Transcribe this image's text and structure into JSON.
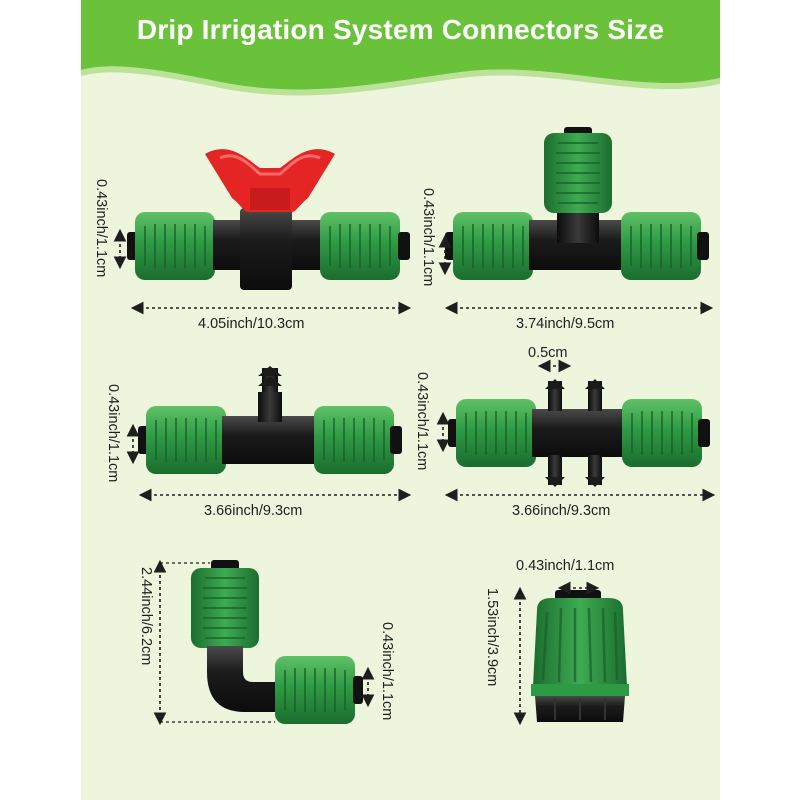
{
  "title": "Drip Irrigation System Connectors Size",
  "colors": {
    "banner_green": "#6ac23a",
    "panel_bg": "#eef5dd",
    "connector_green": "#2f9a45",
    "connector_dark": "#1e7a34",
    "valve_red": "#e52424",
    "body_black": "#1b1b1b"
  },
  "products": [
    {
      "name": "valve connector",
      "diameter": "0.43inch/1.1cm",
      "length": "4.05inch/10.3cm"
    },
    {
      "name": "tee connector",
      "diameter": "0.43inch/1.1cm",
      "length": "3.74inch/9.5cm"
    },
    {
      "name": "barbed tee connector",
      "diameter": "0.43inch/1.1cm",
      "length": "3.66inch/9.3cm"
    },
    {
      "name": "double barbed cross connector",
      "diameter": "0.43inch/1.1cm",
      "length": "3.66inch/9.3cm",
      "barb": "0.5cm"
    },
    {
      "name": "elbow connector",
      "height": "2.44inch/6.2cm",
      "diameter": "0.43inch/1.1cm"
    },
    {
      "name": "end cap",
      "width": "0.43inch/1.1cm",
      "height": "1.53inch/3.9cm"
    }
  ]
}
